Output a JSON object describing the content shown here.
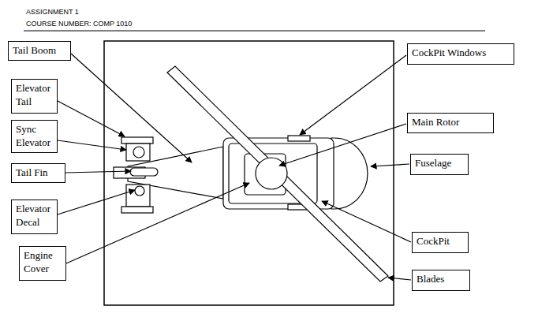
{
  "diagram": {
    "nodes": [
      {
        "text": [
          "Tail Boom"
        ]
      },
      {
        "text": [
          "CockPit Windows"
        ]
      },
      {
        "text": [
          "Elevator Tail"
        ]
      },
      {
        "text": [
          "Main Rotor"
        ]
      },
      {
        "text": [
          "Sync Elevator"
        ]
      },
      {
        "text": [
          "Fuselage"
        ]
      },
      {
        "text": [
          "Tail Fin"
        ]
      },
      {
        "text": [
          "Elevator Decal"
        ]
      },
      {
        "text": [
          "CockPit"
        ]
      },
      {
        "text": [
          "Engine Cover"
        ]
      },
      {
        "text": [
          "Blades"
        ]
      }
    ],
    "labels": [
      "ASSIGNMENT 1",
      "COURSE NUMBER: COMP 1010"
    ]
  }
}
